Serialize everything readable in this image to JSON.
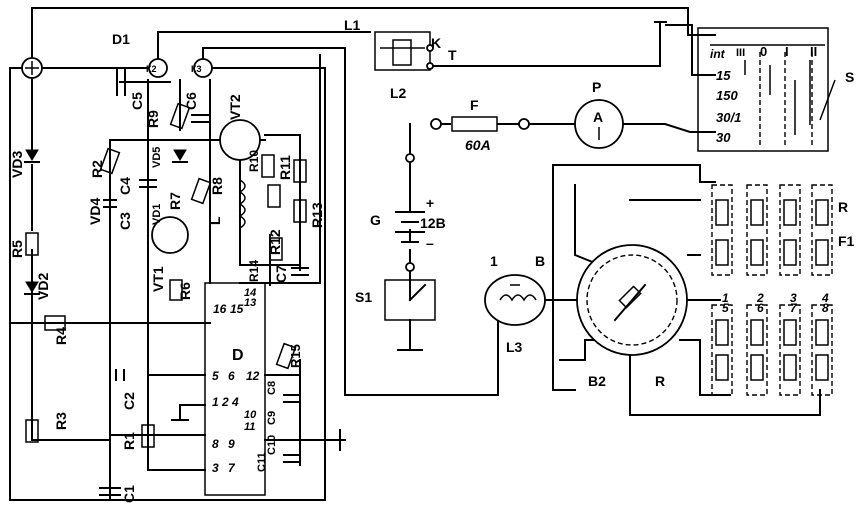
{
  "labels": {
    "D1": "D1",
    "L1": "L1",
    "L2": "L2",
    "K": "K",
    "T": "T",
    "P": "P",
    "A": "A",
    "F": "F",
    "F_rating": "60A",
    "S": "S",
    "sw_int": "int",
    "sw_3": "III",
    "sw_0": "0",
    "sw_1": "I",
    "sw_2": "II",
    "sw_15": "15",
    "sw_150": "150",
    "sw_301": "30/1",
    "sw_30": "30",
    "G": "G",
    "plus": "+",
    "minus": "–",
    "volt": "12B",
    "S1": "S1",
    "B": "B",
    "num1": "1",
    "L3": "L3",
    "B2": "B2",
    "R_dist": "R",
    "R_right": "R",
    "F1": "F1",
    "plug_nums": [
      "1",
      "2",
      "3",
      "4",
      "5",
      "6",
      "7",
      "8"
    ],
    "C5": "C5",
    "R9": "R9",
    "C6": "C6",
    "VT2": "VT2",
    "VD5": "VD5",
    "R8": "R8",
    "R10": "R10",
    "R11": "R11",
    "R2": "R2",
    "C4": "C4",
    "R7": "R7",
    "C3": "C3",
    "VD1": "VD1",
    "L": "L",
    "R12": "R12",
    "R13": "R13",
    "VD4": "VD4",
    "VT1": "VT1",
    "R6": "R6",
    "R14": "R14",
    "C7": "C7",
    "VD3": "VD3",
    "R5": "R5",
    "VD2": "VD2",
    "R4": "R4",
    "R3": "R3",
    "R1": "R1",
    "C2": "C2",
    "C1": "C1",
    "D": "D",
    "R15": "R15",
    "C8": "C8",
    "C9": "C9",
    "C10": "C10",
    "C11": "C11",
    "K2": "К2",
    "K3": "К3",
    "pin_16": "16",
    "pin_15": "15",
    "pin_14": "14",
    "pin_13": "13",
    "pin_5": "5",
    "pin_6": "6",
    "pin_12": "12",
    "pin_2": "2",
    "pin_4": "4",
    "pin_10": "10",
    "pin_11": "11",
    "pin_1": "1",
    "pin_3": "3",
    "pin_8": "8",
    "pin_9": "9",
    "pin_7": "7"
  }
}
